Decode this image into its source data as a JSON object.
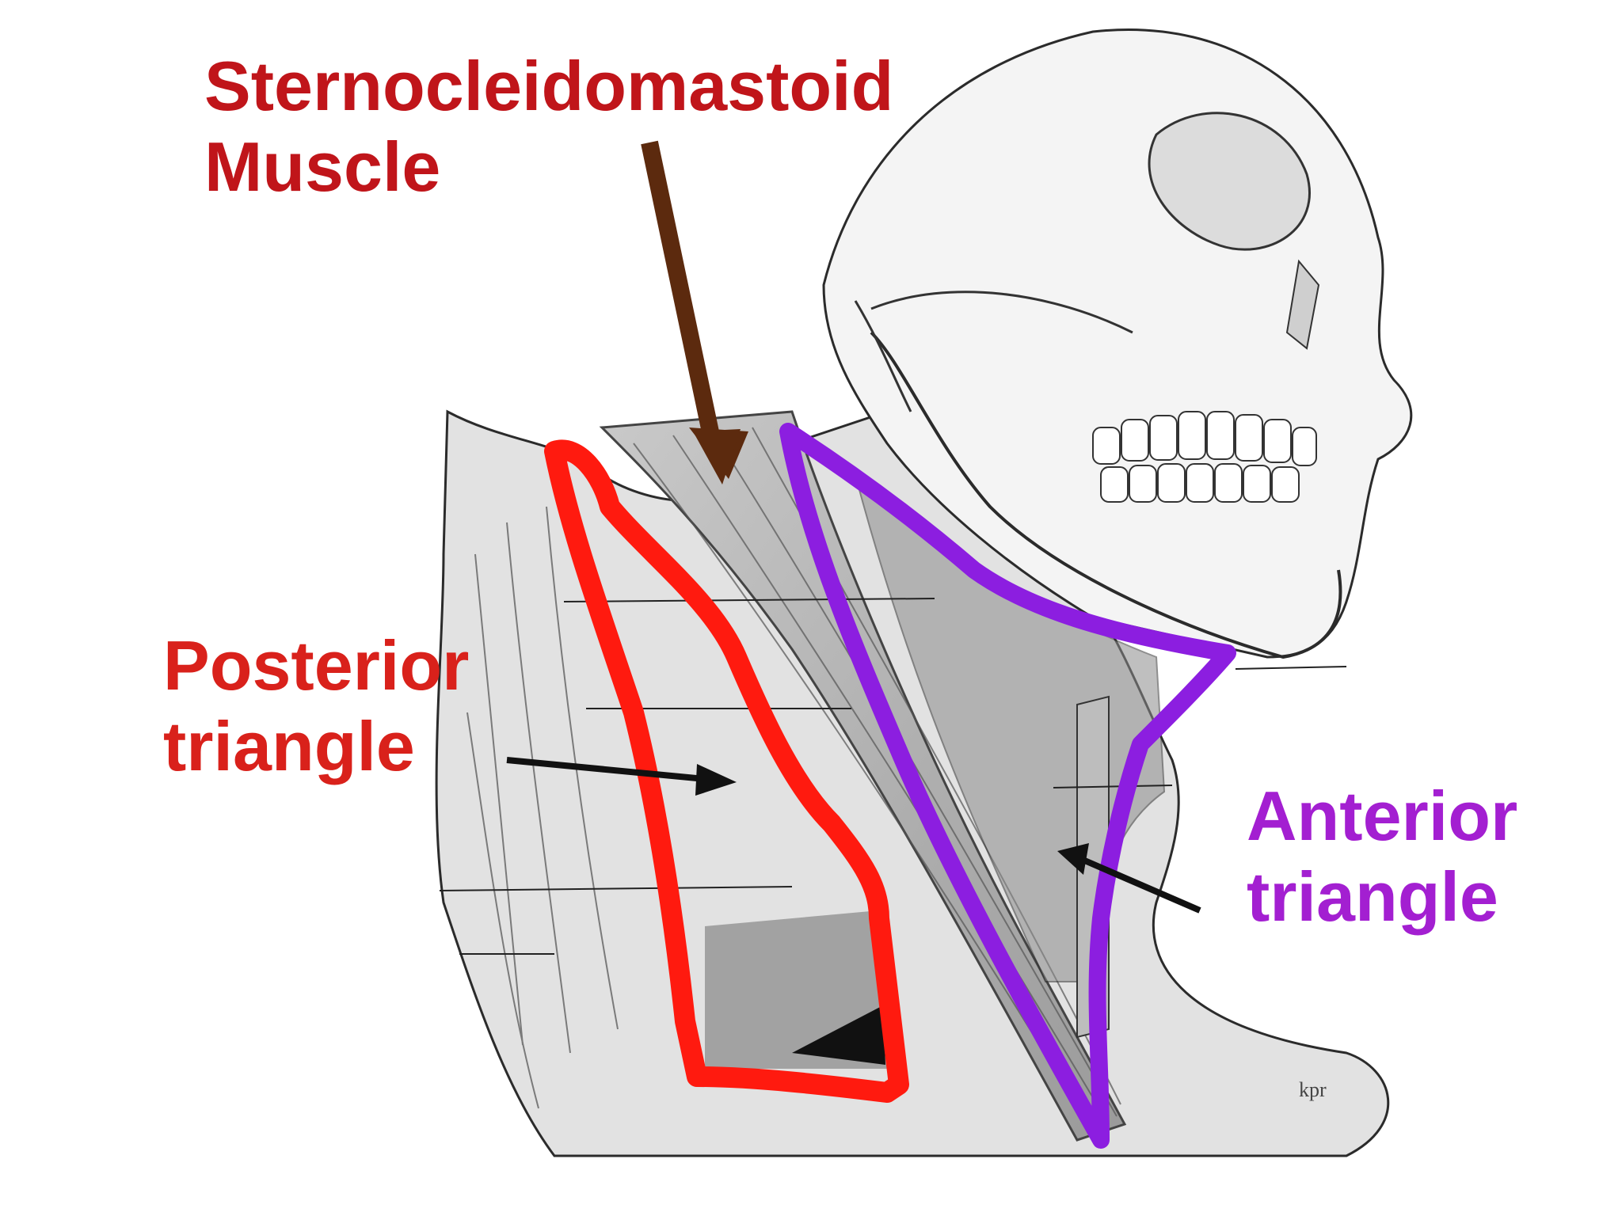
{
  "labels": {
    "scm": {
      "line1": "Sternocleidomastoid",
      "line2": "Muscle",
      "color": "#c0151a",
      "arrow_color": "#5c2a0e"
    },
    "posterior": {
      "line1": "Posterior",
      "line2": "triangle",
      "color": "#d9211b",
      "outline_color": "#ff1a0f"
    },
    "anterior": {
      "line1": "Anterior",
      "line2": "triangle",
      "color": "#a31fd1",
      "outline_color": "#8c1ee0"
    }
  },
  "artist_mark": "kpr"
}
